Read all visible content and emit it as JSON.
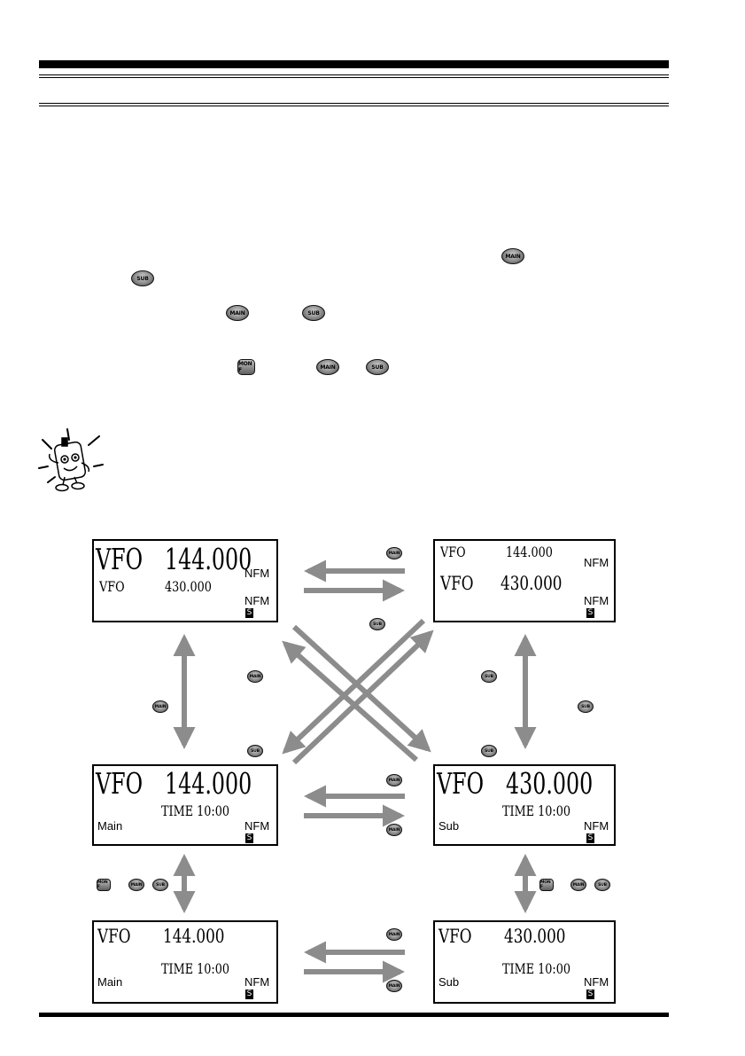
{
  "buttons": {
    "main": "MAIN",
    "sub": "SUB",
    "monf": "MON F"
  },
  "displays": {
    "d1": {
      "line1_mode": "VFO",
      "line1_freq": "144.000",
      "line1_mod": "NFM",
      "line2_mode": "VFO",
      "line2_freq": "430.000",
      "line2_mod": "NFM",
      "s": "S"
    },
    "d2": {
      "line1_mode": "VFO",
      "line1_freq": "144.000",
      "line1_mod": "NFM",
      "line2_mode": "VFO",
      "line2_freq": "430.000",
      "line2_mod": "NFM",
      "s": "S"
    },
    "d3": {
      "mode": "VFO",
      "freq": "144.000",
      "time": "TIME 10:00",
      "band": "Main",
      "mod": "NFM",
      "s": "S"
    },
    "d4": {
      "mode": "VFO",
      "freq": "430.000",
      "time": "TIME 10:00",
      "band": "Sub",
      "mod": "NFM",
      "s": "S"
    },
    "d5": {
      "mode": "VFO",
      "freq": "144.000",
      "time": "TIME 10:00",
      "band": "Main",
      "mod": "NFM",
      "s": "S"
    },
    "d6": {
      "mode": "VFO",
      "freq": "430.000",
      "time": "TIME 10:00",
      "band": "Sub",
      "mod": "NFM",
      "s": "S"
    }
  },
  "colors": {
    "arrow": "#8c8c8c",
    "rule": "#000000"
  }
}
